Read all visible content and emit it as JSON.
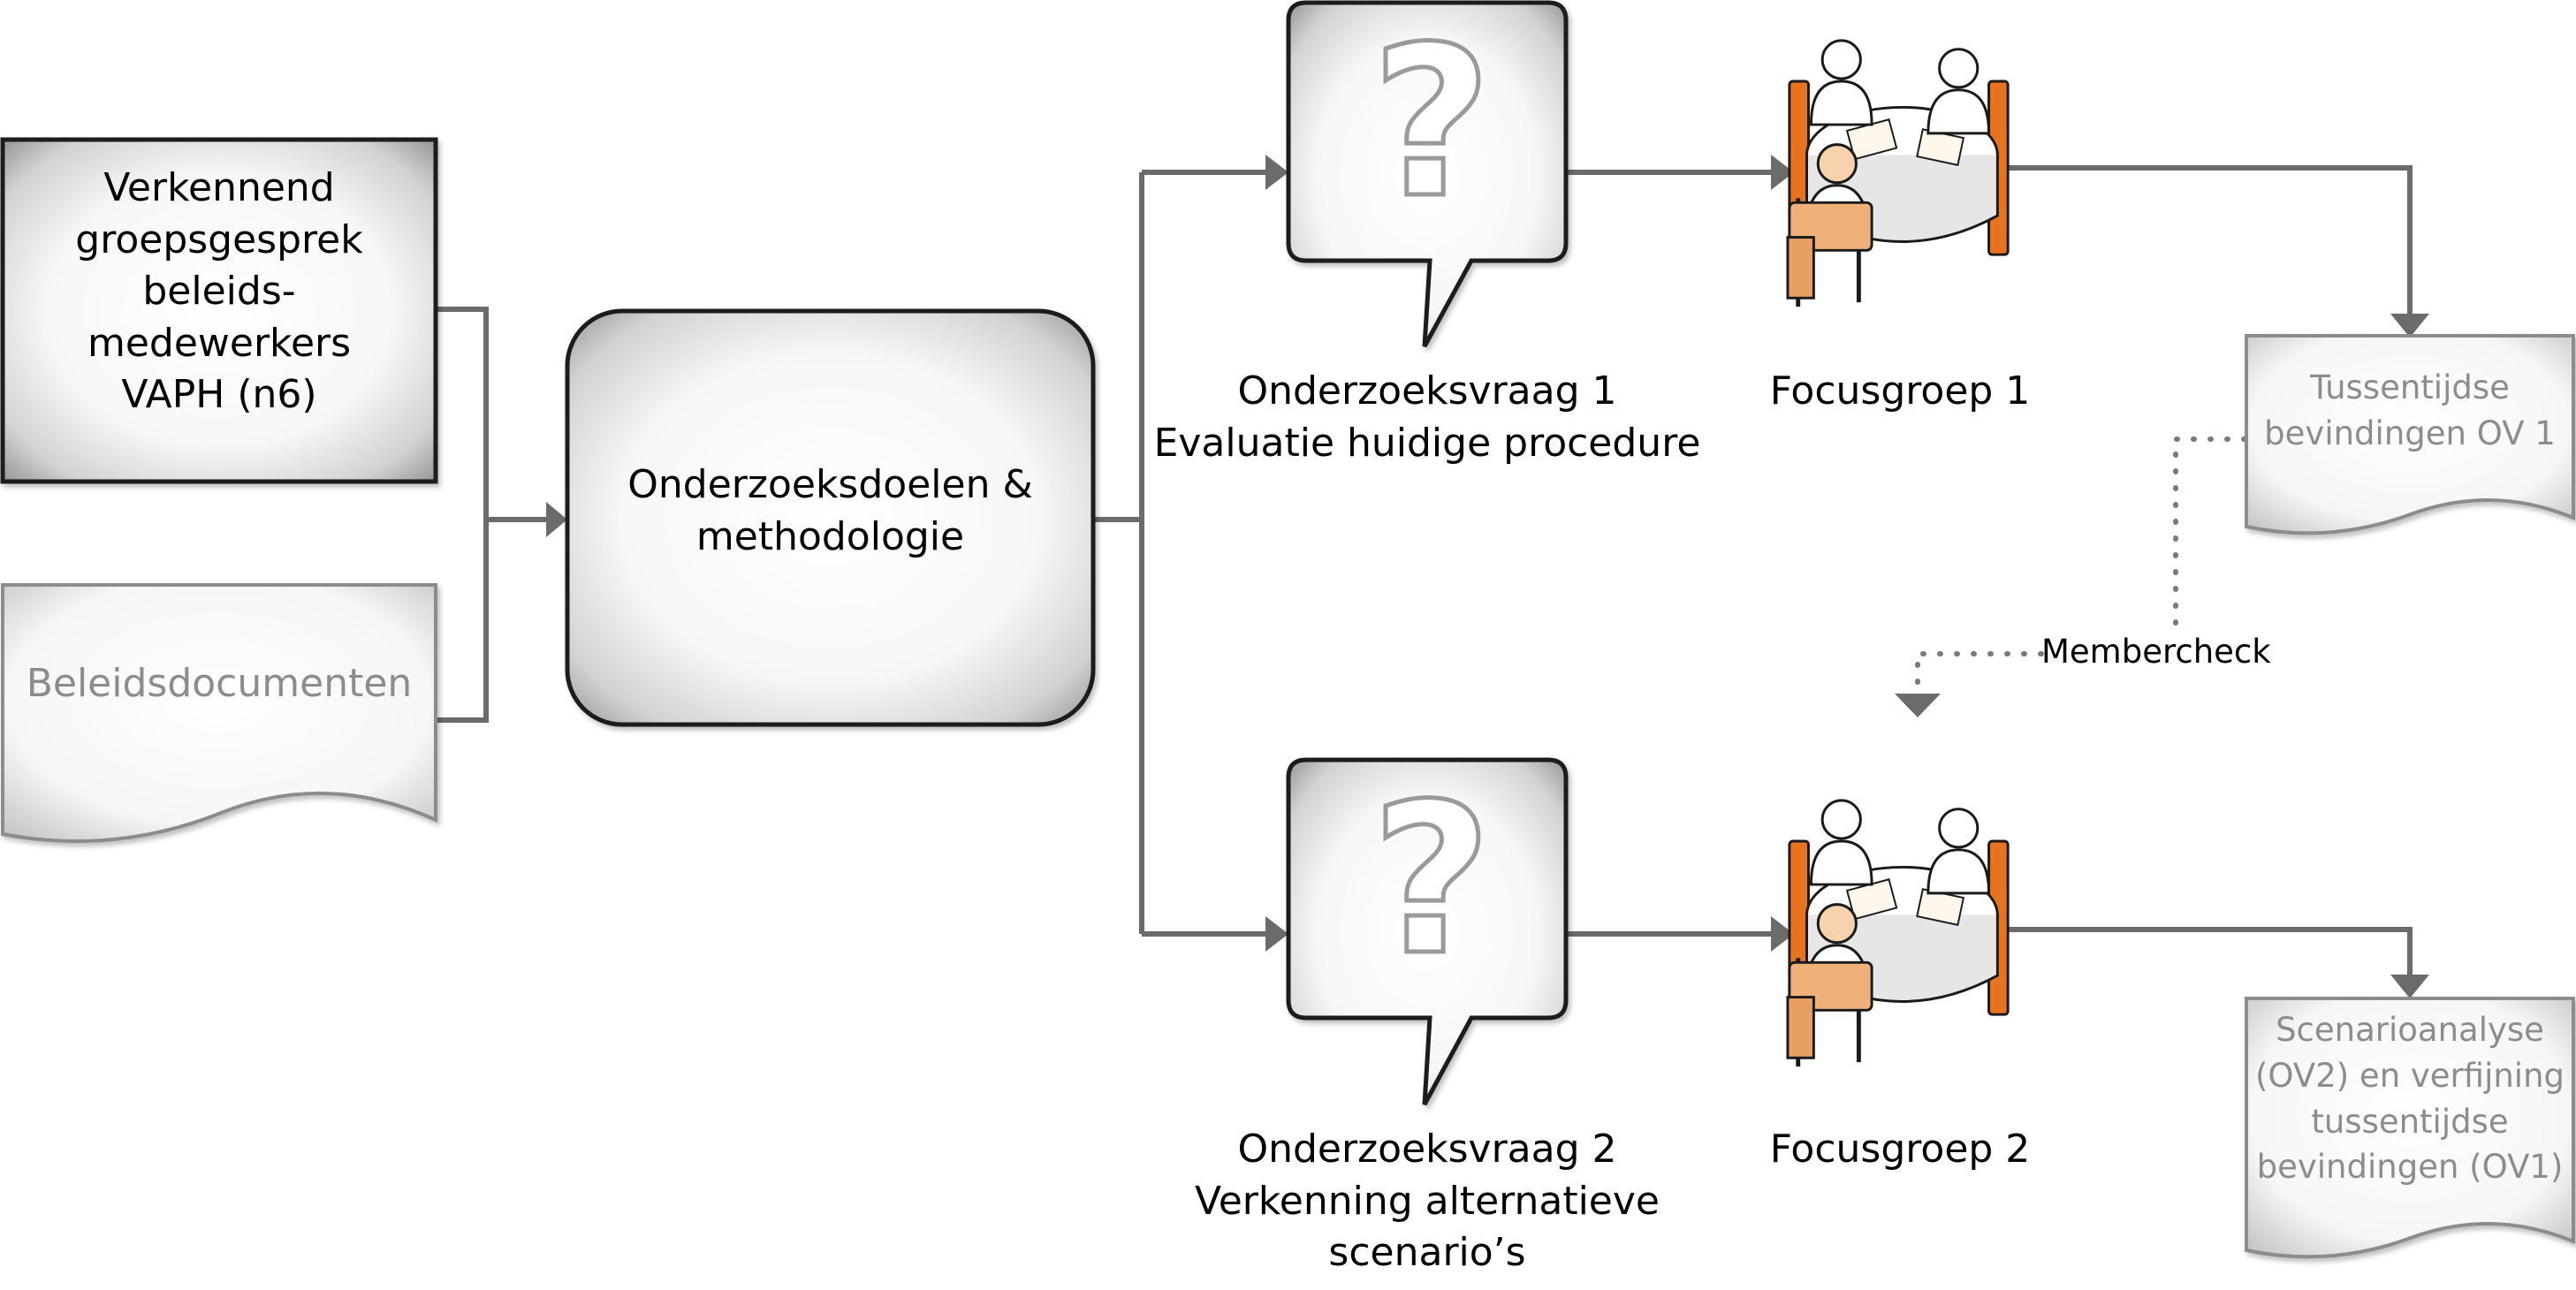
{
  "colors": {
    "connector": "#6b6b6b",
    "box_stroke": "#1a1a1a",
    "doc_stroke": "#8c8c8c",
    "dotted": "#7a7a7a",
    "question_mark": "#9a9a9a",
    "people_skin": "#f0b07a",
    "people_shirt": "#ffffff",
    "furniture": "#e8731e"
  },
  "nodes": {
    "verkennend": {
      "lines": [
        "Verkennend",
        "groepsgesprek",
        "beleids-",
        "medewerkers",
        "VAPH (n6)"
      ]
    },
    "beleidsdocumenten": {
      "label": "Beleidsdocumenten"
    },
    "onderzoeksdoelen": {
      "lines": [
        "Onderzoeksdoelen &",
        "methodologie"
      ]
    },
    "vraag1": {
      "icon": "question-mark-icon",
      "lines": [
        "Onderzoeksvraag 1",
        "Evaluatie huidige procedure"
      ]
    },
    "vraag2": {
      "icon": "question-mark-icon",
      "lines": [
        "Onderzoeksvraag 2",
        "Verkenning alternatieve",
        "scenario’s"
      ]
    },
    "focusgroep1": {
      "icon": "meeting-table-icon",
      "label": "Focusgroep 1"
    },
    "focusgroep2": {
      "icon": "meeting-table-icon",
      "label": "Focusgroep 2"
    },
    "bevindingen1": {
      "lines": [
        "Tussentijdse",
        "bevindingen OV 1"
      ]
    },
    "scenarioanalyse": {
      "lines": [
        "Scenarioanalyse",
        "(OV2) en verfijning",
        "tussentijdse",
        "bevindingen (OV1)"
      ]
    }
  },
  "membercheck": {
    "label": "Membercheck"
  }
}
